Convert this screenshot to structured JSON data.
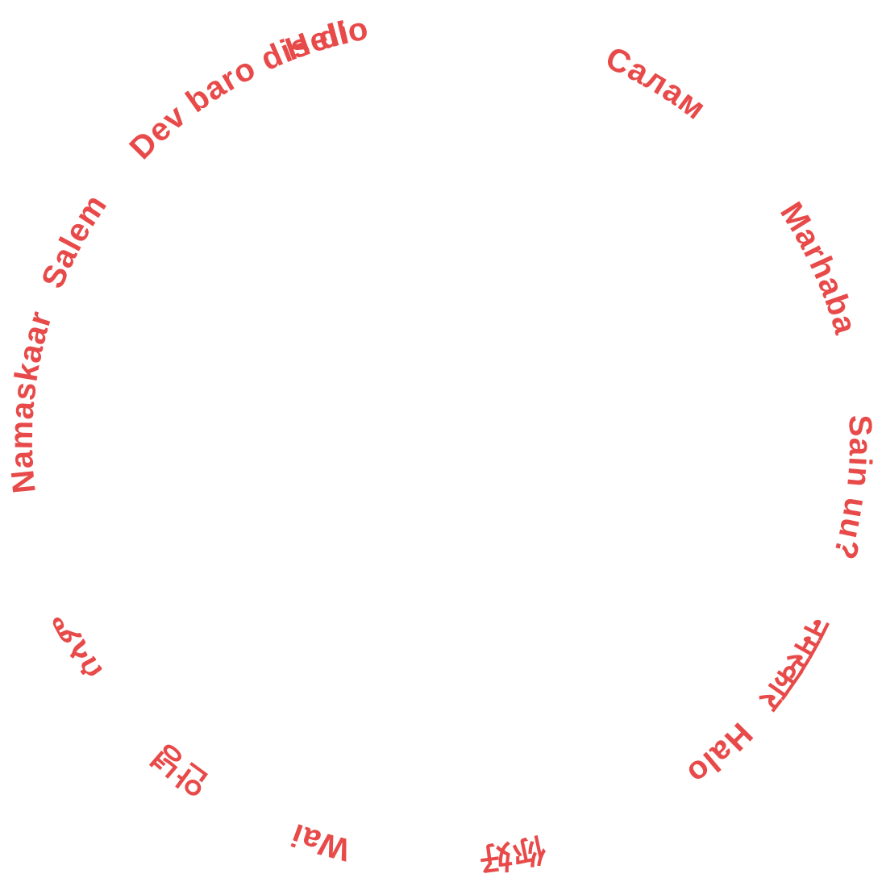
{
  "accent_color": "#E84A4A",
  "greetings": [
    "Dev baro dis di",
    "Hello",
    "Салам",
    "Marhaba",
    "Sain uu?",
    "नमस्कार",
    "Halo",
    "你好",
    "Wai",
    "안녕",
    "ሰላም",
    "Namaskaar",
    "Salem"
  ]
}
